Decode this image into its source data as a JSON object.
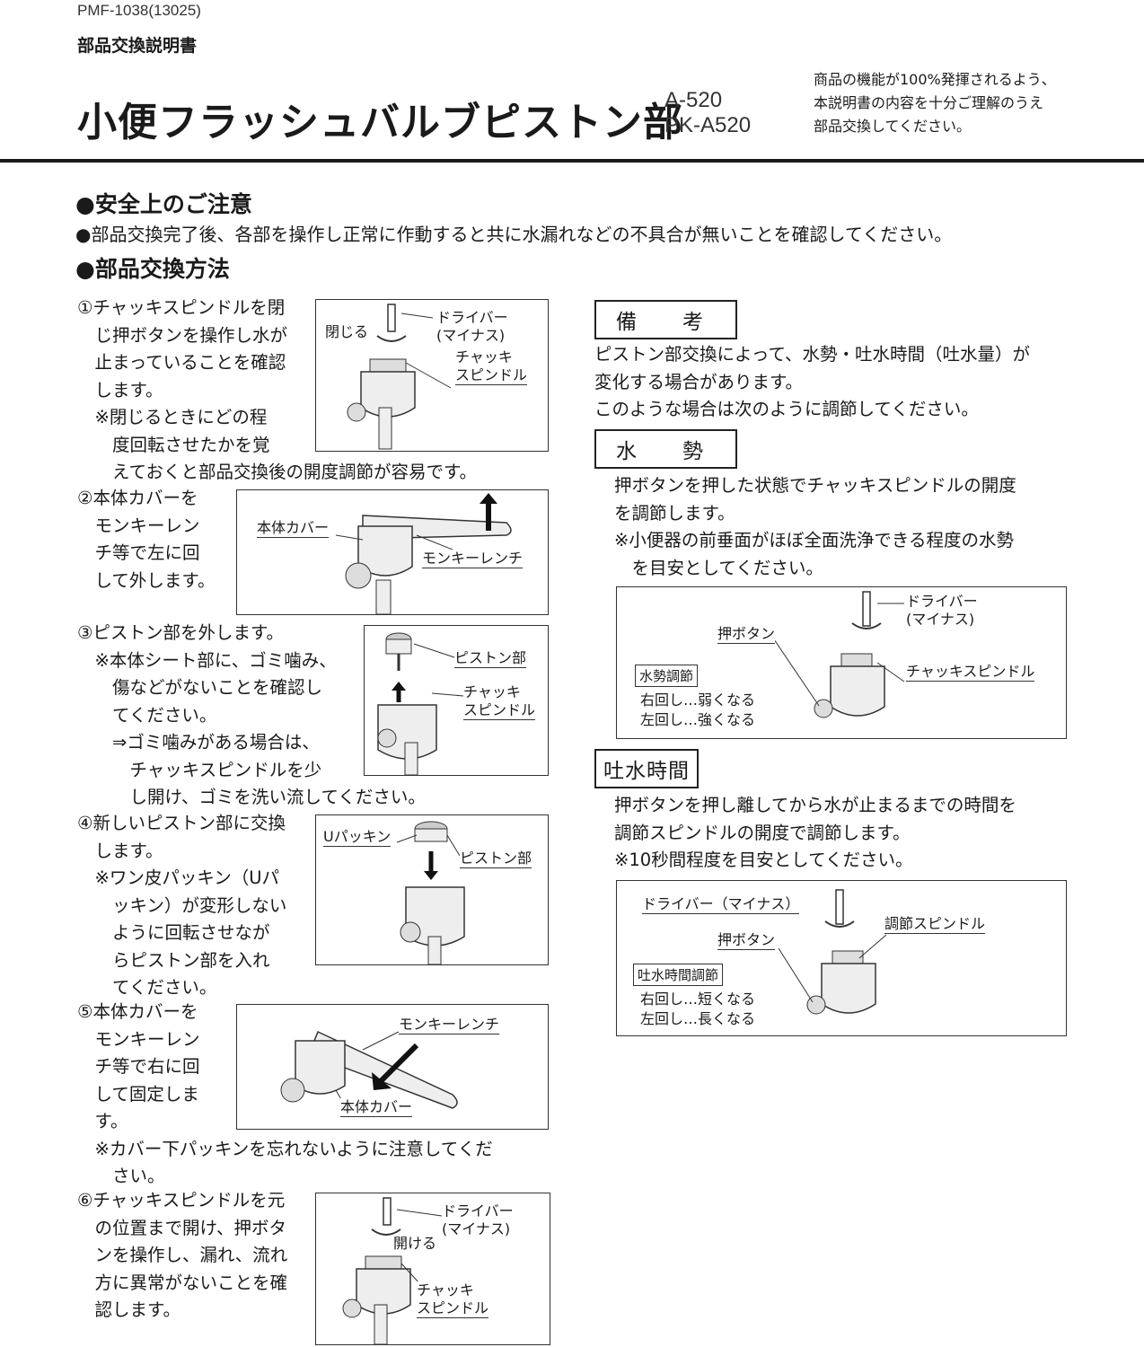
{
  "header": {
    "doc_code": "PMF-1038(13025)",
    "doc_type": "部品交換説明書",
    "title": "小便フラッシュバルブピストン部",
    "models": [
      "A-520",
      "PK-A520"
    ],
    "note": "商品の機能が100%発揮されるよう、\n本説明書の内容を十分ご理解のうえ\n部品交換してください。"
  },
  "safety": {
    "heading": "●安全上のご注意",
    "text": "●部品交換完了後、各部を操作し正常に作動すると共に水漏れなどの不具合が無いことを確認してください。"
  },
  "method": {
    "heading": "●部品交換方法",
    "steps": [
      {
        "text": "①チャッキスピンドルを閉\n　じ押ボタンを操作し水が\n　止まっていることを確認\n　します。\n　※閉じるときにどの程\n　　度回転させたかを覚\n　　えておくと部品交換後の開度調節が容易です。",
        "labels": [
          "閉じる",
          "ドライバー\n(マイナス)",
          "チャッキ\nスピンドル"
        ]
      },
      {
        "text": "②本体カバーを\n　モンキーレン\n　チ等で左に回\n　して外します。",
        "labels": [
          "本体カバー",
          "モンキーレンチ"
        ]
      },
      {
        "text": "③ピストン部を外します。\n　※本体シート部に、ゴミ噛み、\n　　傷などがないことを確認し\n　　てください。\n　　⇒ゴミ噛みがある場合は、\n　　　チャッキスピンドルを少\n　　　し開け、ゴミを洗い流してください。",
        "labels": [
          "ピストン部",
          "チャッキ\nスピンドル"
        ]
      },
      {
        "text": "④新しいピストン部に交換\n　します。\n　※ワン皮パッキン（Uパ\n　　ッキン）が変形しない\n　　ように回転させなが\n　　らピストン部を入れ\n　　てください。",
        "labels": [
          "Uパッキン",
          "ピストン部"
        ]
      },
      {
        "text": "⑤本体カバーを\n　モンキーレン\n　チ等で右に回\n　して固定しま\n　す。\n　※カバー下パッキンを忘れないように注意してくだ\n　　さい。",
        "labels": [
          "モンキーレンチ",
          "本体カバー"
        ]
      },
      {
        "text": "⑥チャッキスピンドルを元\n　の位置まで開け、押ボタ\n　ンを操作し、漏れ、流れ\n　方に異常がないことを確\n　認します。",
        "labels": [
          "ドライバー\n(マイナス)",
          "開ける",
          "チャッキ\nスピンドル"
        ]
      }
    ]
  },
  "notes": {
    "title": "備　考",
    "text": "ピストン部交換によって、水勢・吐水時間（吐水量）が\n変化する場合があります。\nこのような場合は次のように調節してください。",
    "water_force": {
      "title": "水　勢",
      "text": "押ボタンを押した状態でチャッキスピンドルの開度\nを調節します。\n※小便器の前垂面がほぼ全面洗浄できる程度の水勢\n　を目安としてください。",
      "labels": [
        "ドライバー\n(マイナス)",
        "押ボタン",
        "チャッキスピンドル"
      ],
      "setting_title": "水勢調節",
      "setting_lines": [
        "右回し…弱くなる",
        "左回し…強くなる"
      ]
    },
    "discharge_time": {
      "title": "吐水時間",
      "text": "押ボタンを押し離してから水が止まるまでの時間を\n調節スピンドルの開度で調節します。\n※10秒間程度を目安としてください。",
      "labels": [
        "ドライバー（マイナス）",
        "調節スピンドル",
        "押ボタン"
      ],
      "setting_title": "吐水時間調節",
      "setting_lines": [
        "右回し…短くなる",
        "左回し…長くなる"
      ]
    }
  }
}
